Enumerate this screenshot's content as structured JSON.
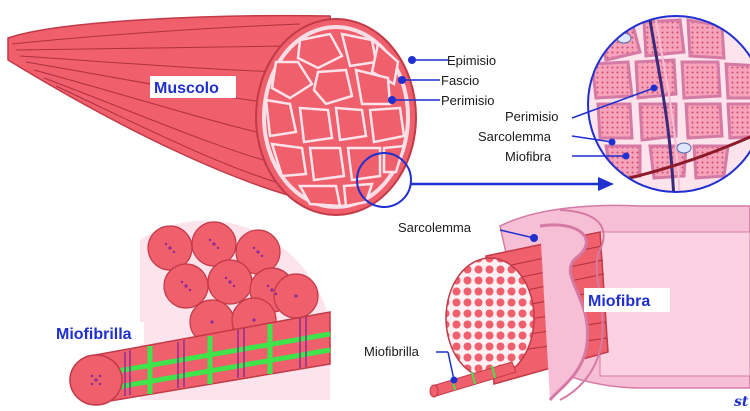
{
  "colors": {
    "muscle": "#ef5f6c",
    "muscle_dark": "#c23a48",
    "membrane": "#f7bfd6",
    "membrane_dark": "#d57aa5",
    "pointer": "#1f2fd0",
    "zline": "#3fe34a",
    "banding": "#8a2a9c"
  },
  "labels": {
    "muscolo": "Muscolo",
    "epimisio": "Epimisio",
    "fascio": "Fascio",
    "perimisio_main": "Perimisio",
    "perimisio_zoom": "Perimisio",
    "sarcolemma_zoom": "Sarcolemma",
    "miofibra_zoom": "Miofibra",
    "miofibrilla_title": "Miofibrilla",
    "sarcolemma_fiber": "Sarcolemma",
    "miofibra_fiber": "Miofibra",
    "miofibrilla_fiber": "Miofibrilla",
    "signature": "st"
  },
  "icons": {
    "pointer": "dot-pointer-icon",
    "zoom": "magnify-circle-icon",
    "arrow": "curved-arrow-icon"
  }
}
